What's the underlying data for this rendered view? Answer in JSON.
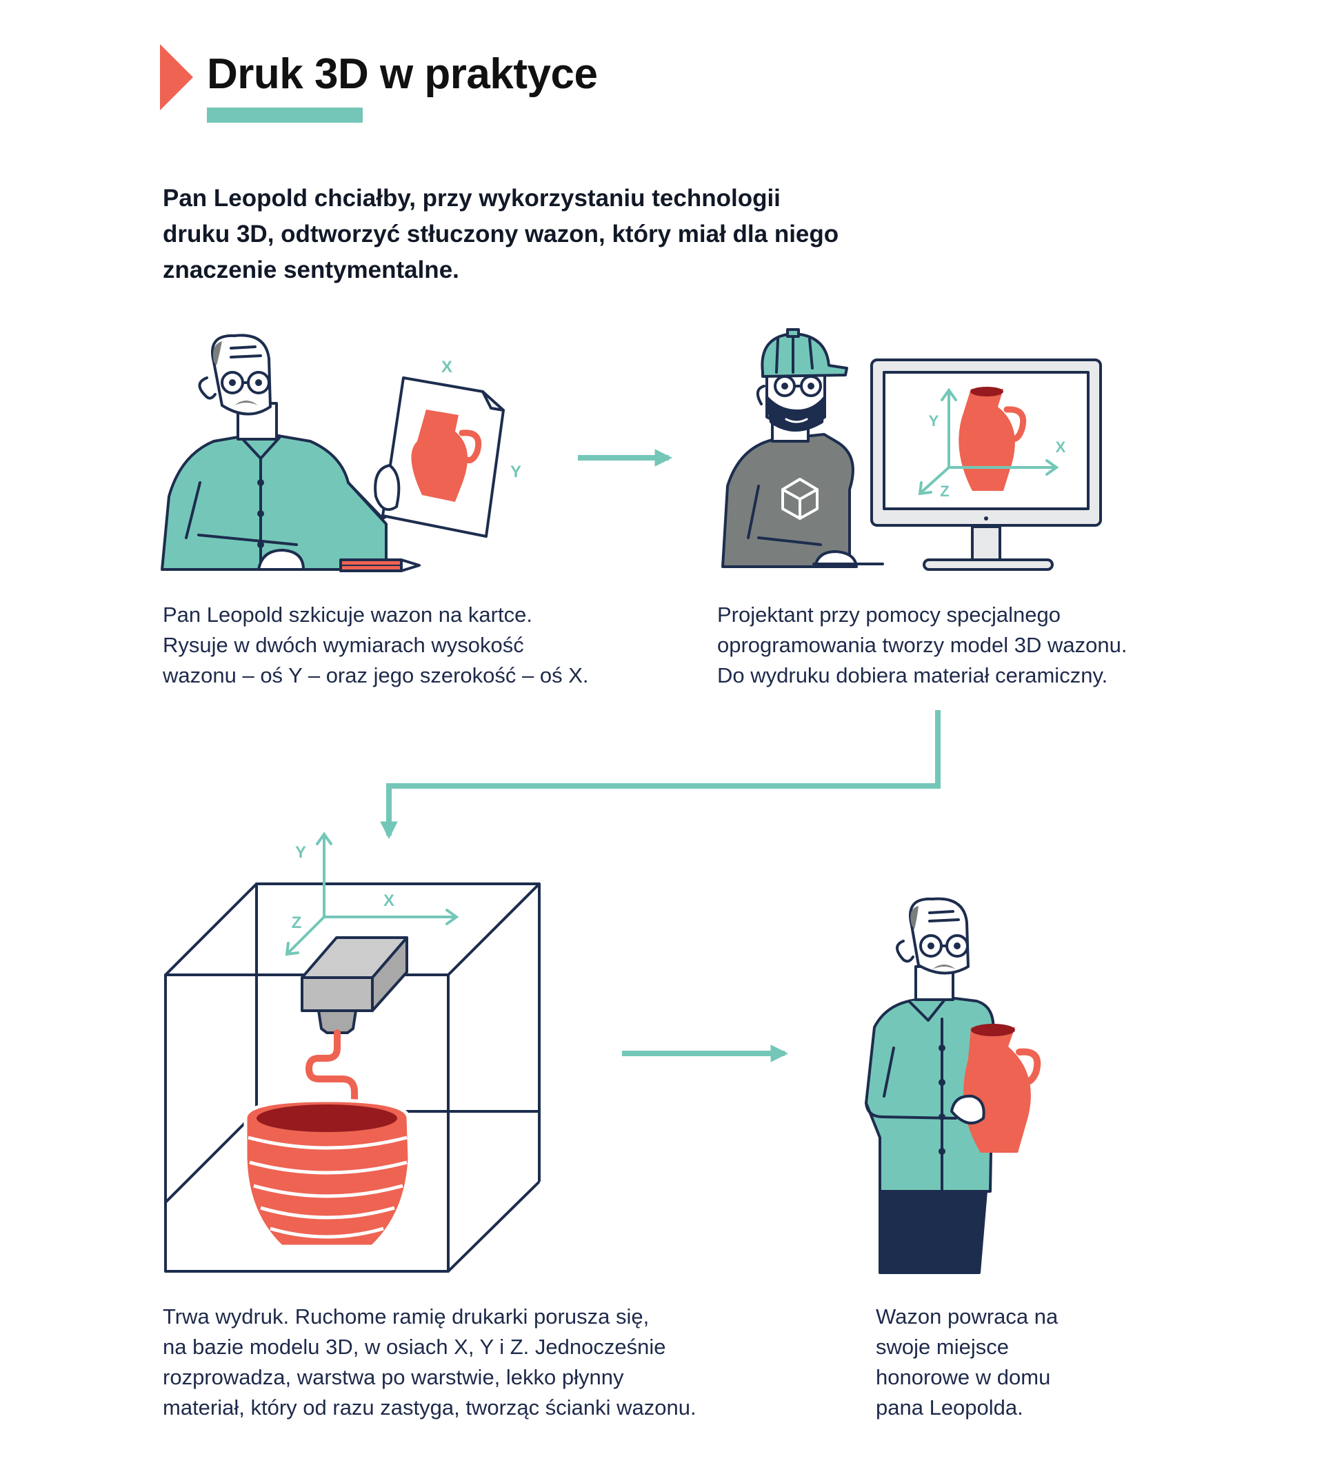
{
  "title": "Druk 3D w praktyce",
  "intro": "Pan Leopold chciałby, przy wykorzystaniu technologii druku 3D, odtworzyć stłuczony wazon, który miał dla niego znaczenie sentymentalne.",
  "colors": {
    "accent_red": "#ee6352",
    "teal": "#74c7b8",
    "navy": "#1d2d4e",
    "dark_red": "#961a1e",
    "grey": "#7a7f7e"
  },
  "steps": [
    {
      "axis_labels": [
        "X",
        "Y"
      ],
      "caption_lines": [
        "Pan Leopold szkicuje wazon na kartce.",
        "Rysuje w dwóch wymiarach wysokość",
        "wazonu – oś Y – oraz jego szerokość – oś X."
      ]
    },
    {
      "axis_labels": [
        "Y",
        "X",
        "Z"
      ],
      "caption_lines": [
        "Projektant przy pomocy specjalnego",
        "oprogramowania tworzy model 3D wazonu.",
        "Do wydruku dobiera materiał ceramiczny."
      ]
    },
    {
      "axis_labels": [
        "Y",
        "X",
        "Z"
      ],
      "caption_lines": [
        "Trwa wydruk. Ruchome ramię drukarki porusza się,",
        "na bazie modelu 3D, w osiach X, Y i Z. Jednocześnie",
        "rozprowadza, warstwa po warstwie, lekko płynny",
        "materiał, który od razu zastyga, tworząc ścianki wazonu."
      ]
    },
    {
      "caption_lines": [
        "Wazon powraca na",
        "swoje miejsce",
        "honorowe w domu",
        "pana Leopolda."
      ]
    }
  ]
}
